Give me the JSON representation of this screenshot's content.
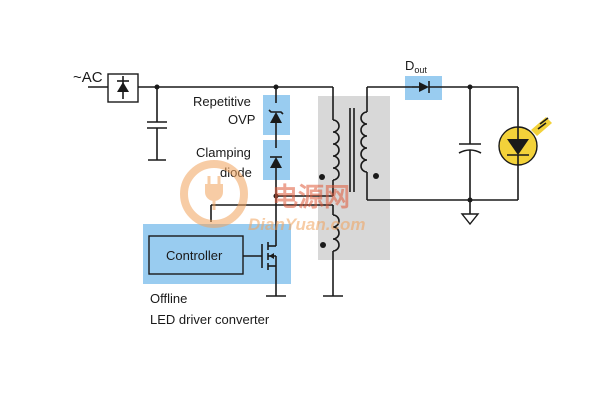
{
  "labels": {
    "ac_input": "~AC",
    "repetitive": "Repetitive",
    "ovp": "OVP",
    "clamping": "Clamping",
    "diode": "diode",
    "controller": "Controller",
    "offline": "Offline",
    "led_driver": "LED driver converter",
    "dout_main": "D",
    "dout_sub": "out"
  },
  "watermark": {
    "logo_text": "电源网",
    "url_text": "DianYuan.com"
  },
  "colors": {
    "highlight": "#99ccf0",
    "highlight_stroke": "#5aa3d8",
    "transformer_bg": "#d8d8d8",
    "led_body": "#f3d23a",
    "wire": "#1a1a1a",
    "watermark_orange": "#f2a35c",
    "watermark_red": "#e05a3a"
  }
}
